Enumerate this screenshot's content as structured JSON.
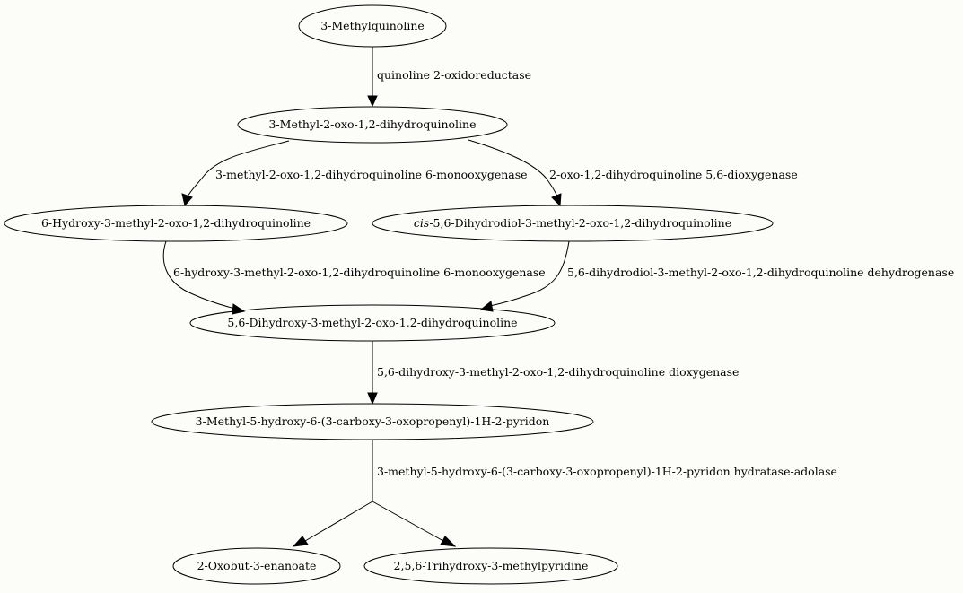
{
  "nodes": {
    "n1": "3-Methylquinoline",
    "n2": "3-Methyl-2-oxo-1,2-dihydroquinoline",
    "n3": "6-Hydroxy-3-methyl-2-oxo-1,2-dihydroquinoline",
    "n4_prefix": "cis",
    "n4_rest": "-5,6-Dihydrodiol-3-methyl-2-oxo-1,2-dihydroquinoline",
    "n5": "5,6-Dihydroxy-3-methyl-2-oxo-1,2-dihydroquinoline",
    "n6": "3-Methyl-5-hydroxy-6-(3-carboxy-3-oxopropenyl)-1H-2-pyridon",
    "n7": "2-Oxobut-3-enanoate",
    "n8": "2,5,6-Trihydroxy-3-methylpyridine"
  },
  "edges": {
    "e1": "quinoline 2-oxidoreductase",
    "e2": "3-methyl-2-oxo-1,2-dihydroquinoline 6-monooxygenase",
    "e3": "2-oxo-1,2-dihydroquinoline 5,6-dioxygenase",
    "e4": "6-hydroxy-3-methyl-2-oxo-1,2-dihydroquinoline 6-monooxygenase",
    "e5": "5,6-dihydrodiol-3-methyl-2-oxo-1,2-dihydroquinoline dehydrogenase",
    "e6": "5,6-dihydroxy-3-methyl-2-oxo-1,2-dihydroquinoline dioxygenase",
    "e7": "3-methyl-5-hydroxy-6-(3-carboxy-3-oxopropenyl)-1H-2-pyridon hydratase-adolase"
  }
}
